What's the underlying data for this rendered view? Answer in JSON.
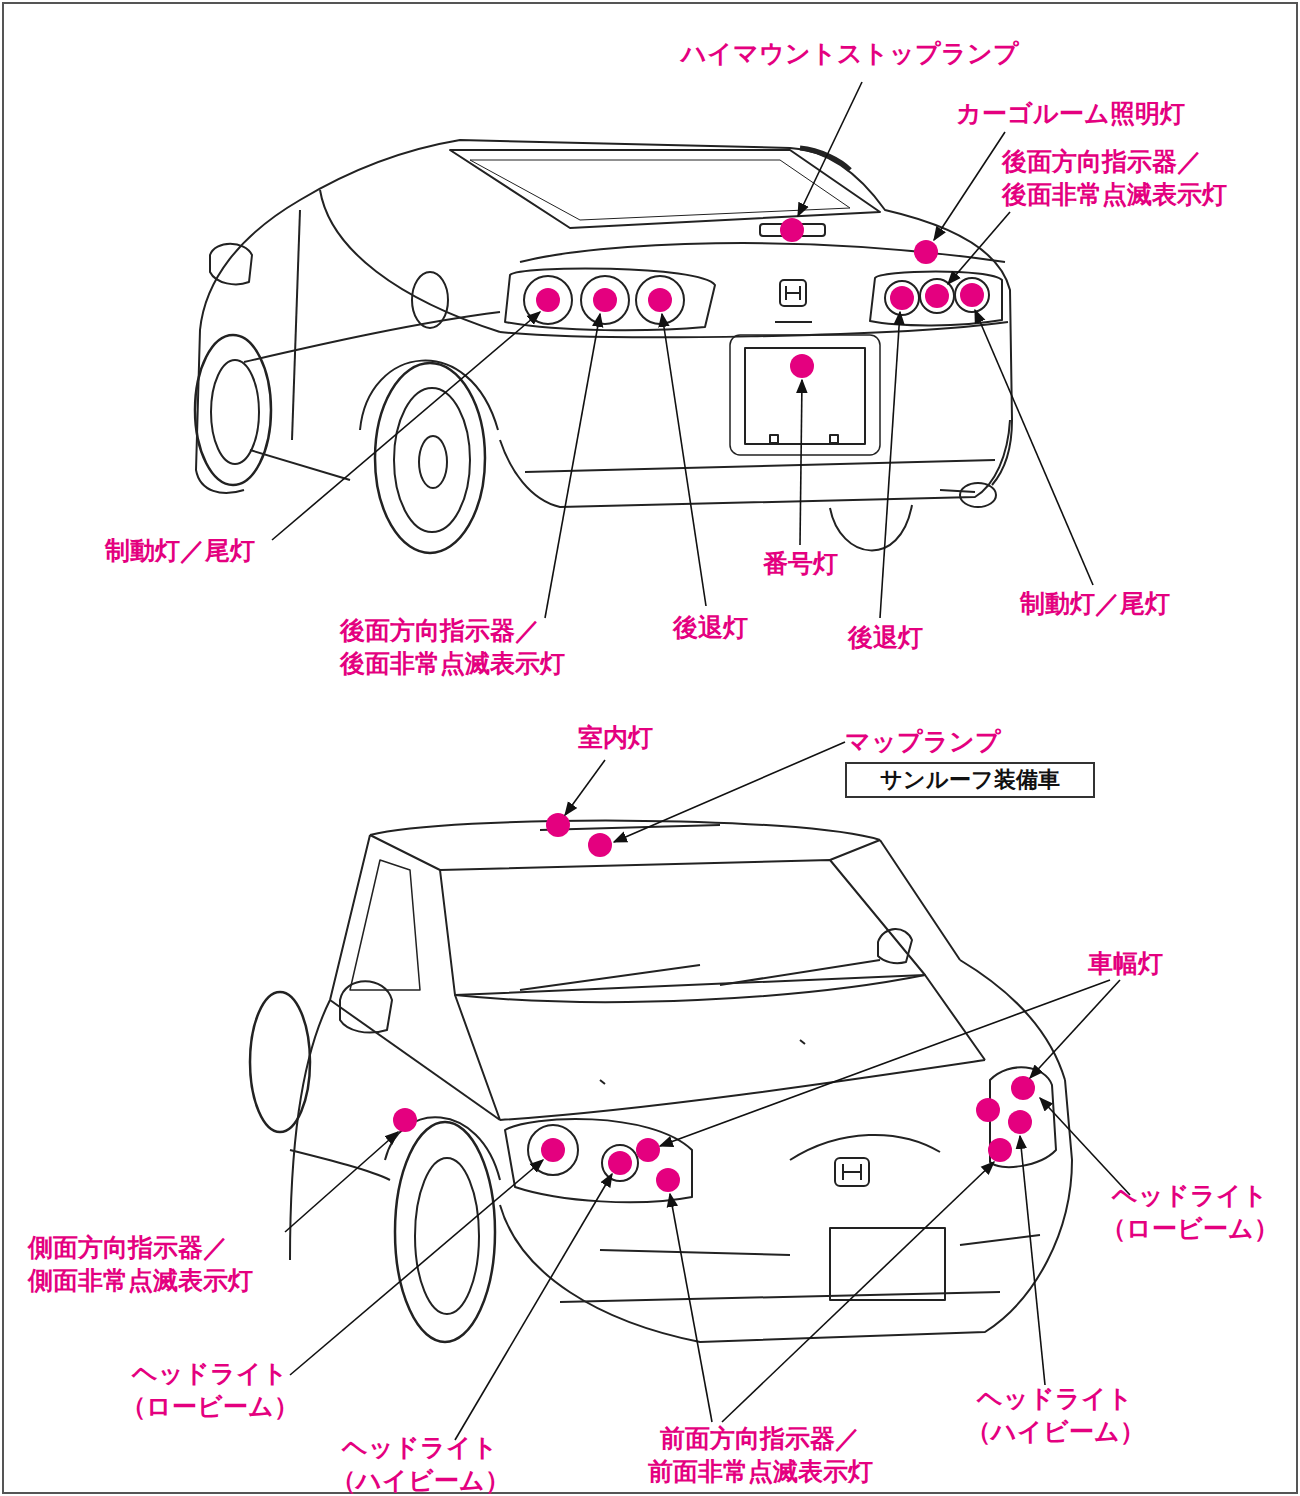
{
  "diagram": {
    "nodes": [
      {
        "text": [
          "サンルーフ装備車"
        ]
      }
    ],
    "labels": [
      "ハイマウントストップランプ",
      "カーゴルーム照明灯",
      "後面方向指示器／ 後面非常点滅表示灯",
      "制動灯／尾灯",
      "番号灯",
      "後退灯",
      "後退灯",
      "制動灯／尾灯",
      "後面方向指示器／ 後面非常点滅表示灯",
      "室内灯",
      "マップランプ",
      "車幅灯",
      "ヘッドライト （ロービーム）",
      "側面方向指示器／ 側面非常点滅表示灯",
      "ヘッドライト （ロービーム）",
      "ヘッドライト （ハイビーム）",
      "前面方向指示器／ 前面非常点滅表示灯",
      "ヘッドライト （ハイビーム）"
    ]
  }
}
